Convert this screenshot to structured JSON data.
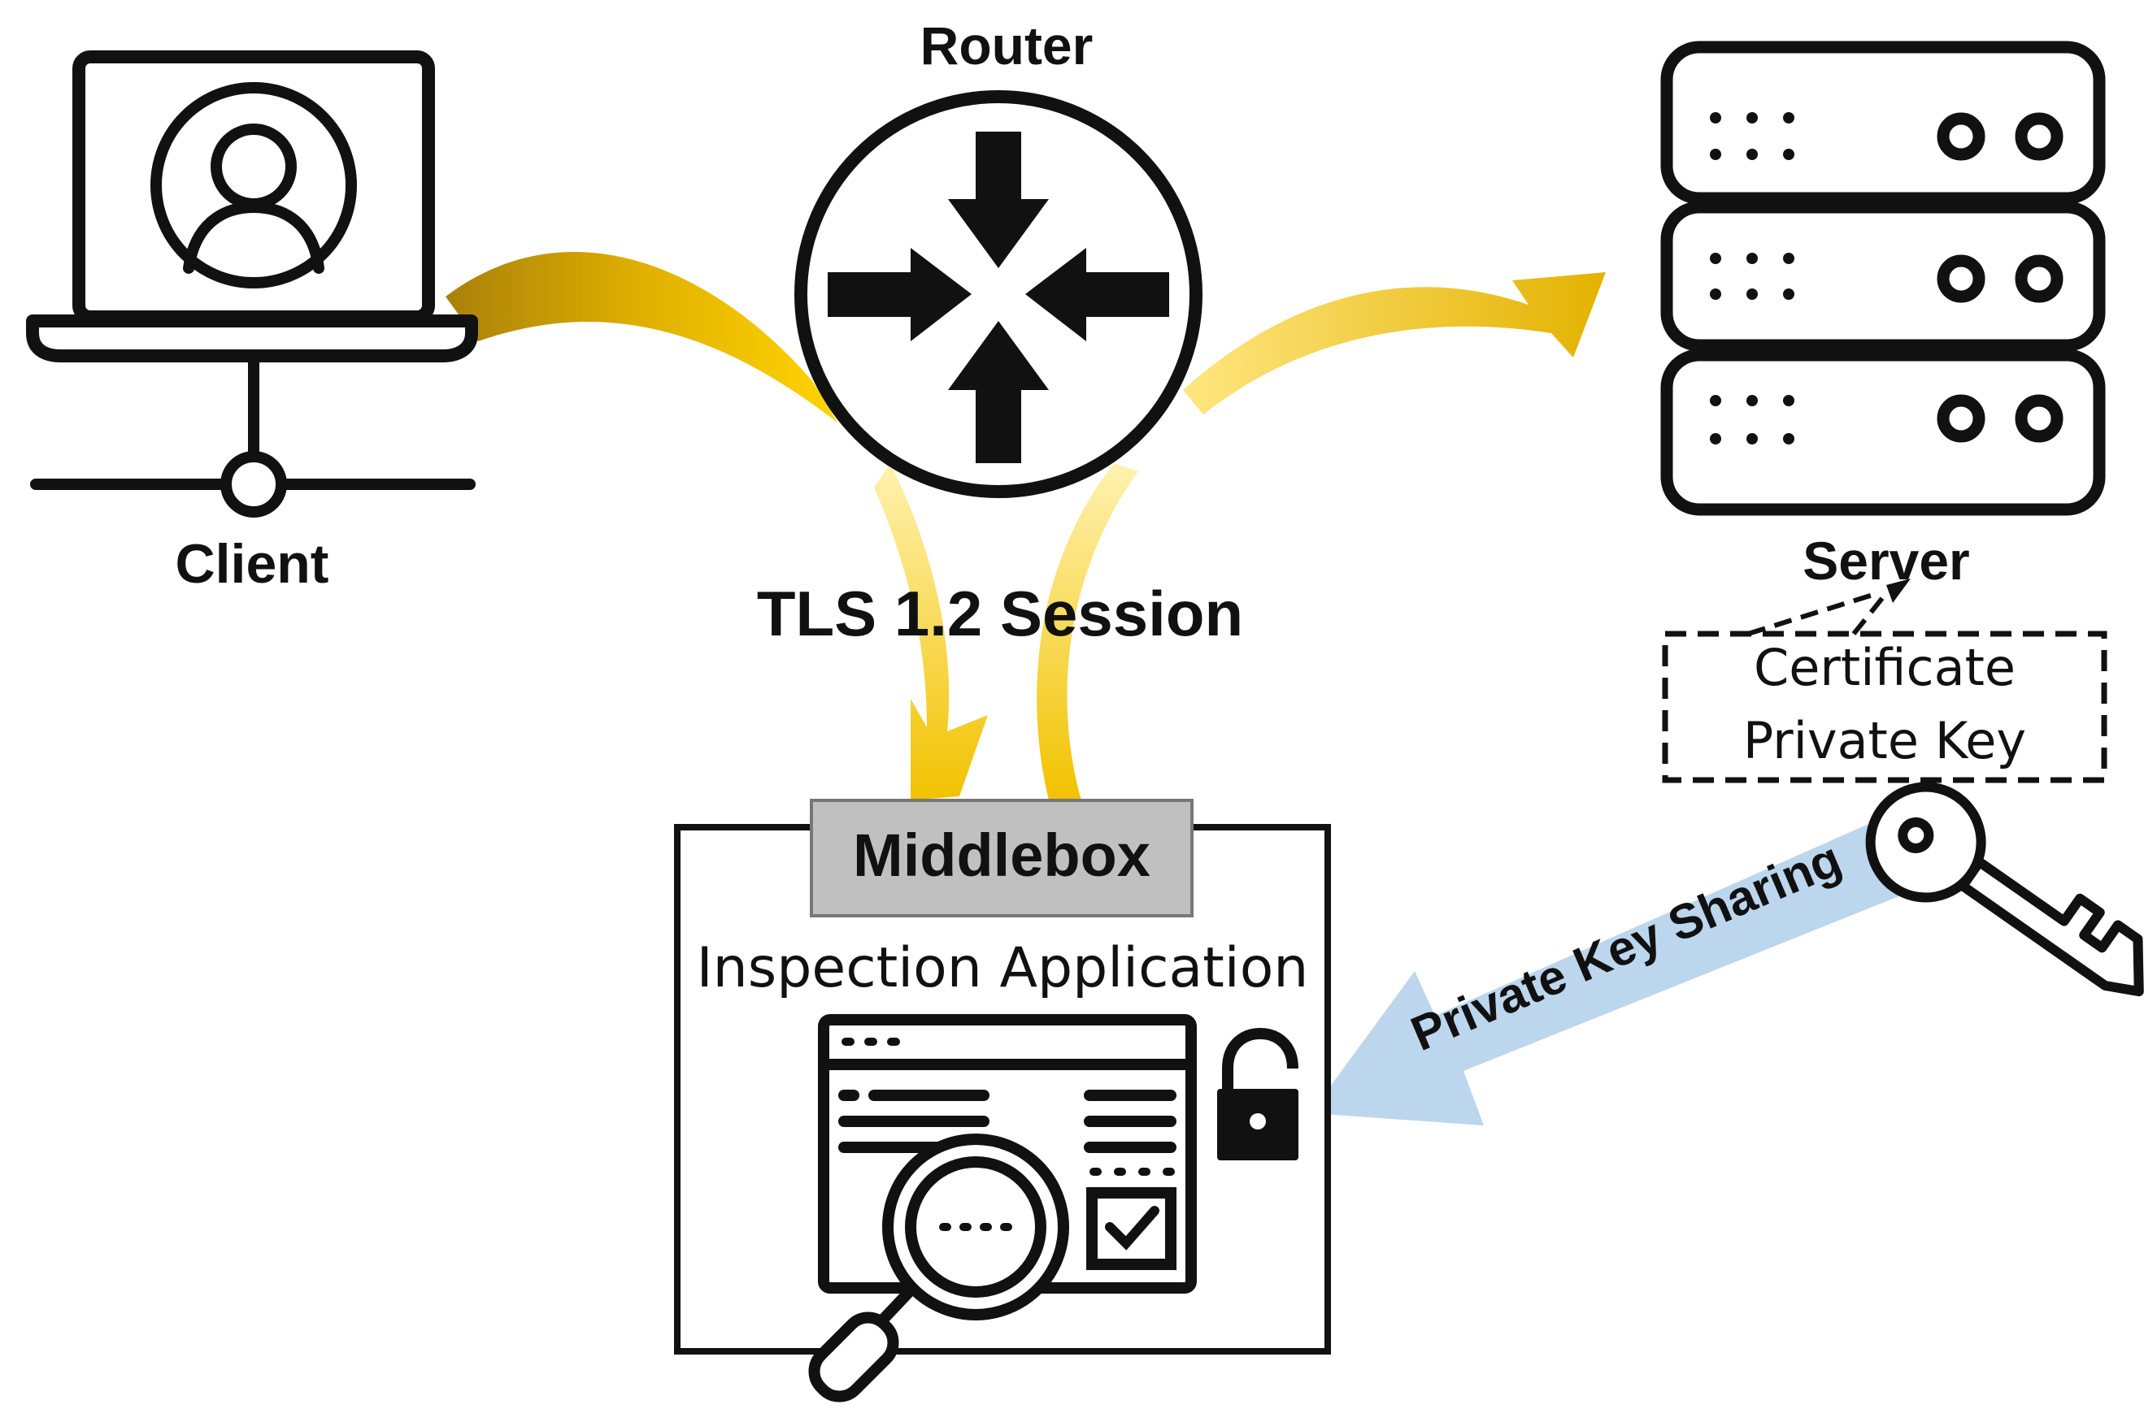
{
  "nodes": {
    "router": {
      "label": "Router",
      "icon": "router-icon"
    },
    "client": {
      "label": "Client",
      "icon": "laptop-user-icon"
    },
    "server": {
      "label": "Server",
      "icon": "server-rack-icon"
    },
    "middlebox": {
      "label": "Middlebox",
      "subtitle": "Inspection Application",
      "icon": "inspection-app-icon"
    }
  },
  "session_label": "TLS 1.2 Session",
  "certificate_box": {
    "line1": "Certificate",
    "line2": "Private Key"
  },
  "key_sharing_label": "Private Key Sharing",
  "colors": {
    "flow_arrow": "#f2c200",
    "flow_arrow_dark": "#b8860b",
    "key_arrow": "#bcd6ee",
    "middlebox_header": "#c0c0c0",
    "stroke": "#111111"
  }
}
